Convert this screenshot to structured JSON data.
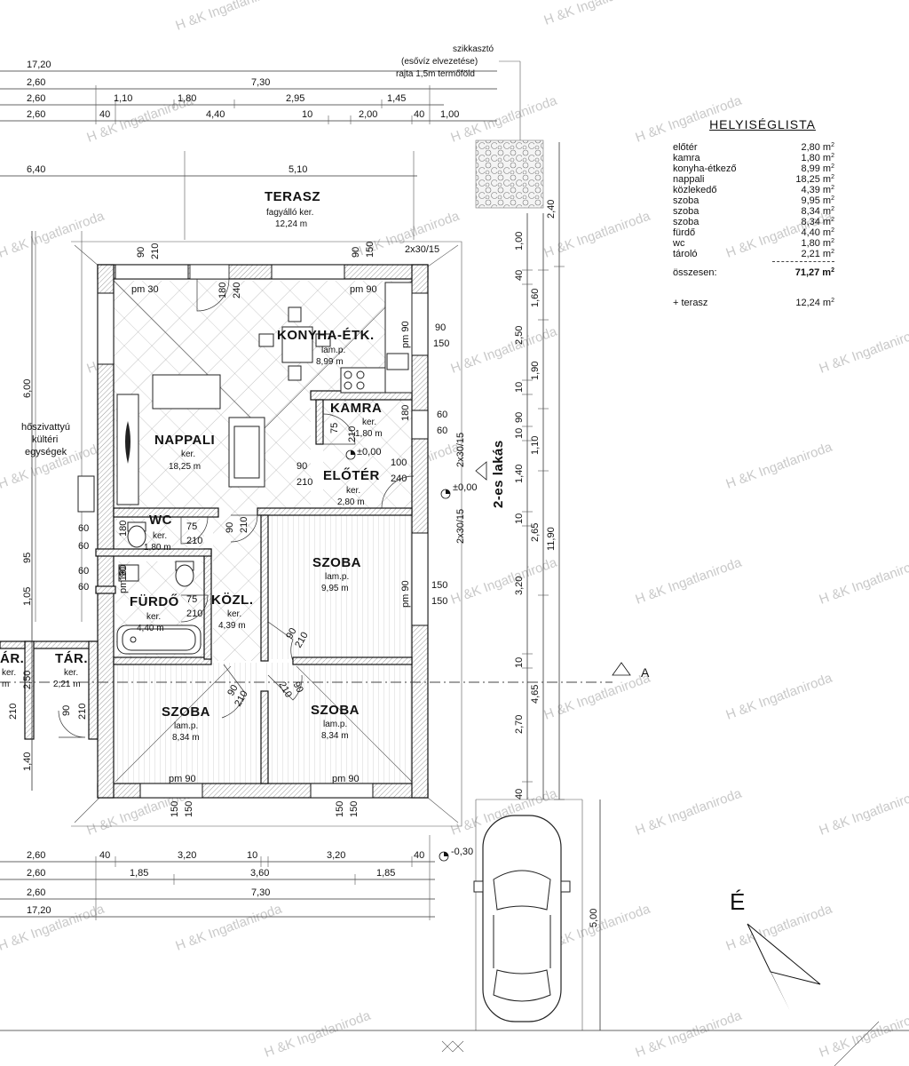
{
  "watermark": "H &K Ingatlaniroda",
  "legend": {
    "title": "HELYISÉGLISTA",
    "rows": [
      {
        "name": "előtér",
        "value": "2,80 m"
      },
      {
        "name": "kamra",
        "value": "1,80 m"
      },
      {
        "name": "konyha-étkező",
        "value": "8,99 m"
      },
      {
        "name": "nappali",
        "value": "18,25 m"
      },
      {
        "name": "közlekedő",
        "value": "4,39 m"
      },
      {
        "name": "szoba",
        "value": "9,95 m"
      },
      {
        "name": "szoba",
        "value": "8,34 m"
      },
      {
        "name": "szoba",
        "value": "8,34 m"
      },
      {
        "name": "fürdő",
        "value": "4,40 m"
      },
      {
        "name": "wc",
        "value": "1,80 m"
      },
      {
        "name": "tároló",
        "value": "2,21 m"
      }
    ],
    "total_label": "összesen:",
    "total_value": "71,27 m",
    "terrace_label": "+ terasz",
    "terrace_value": "12,24 m",
    "unit_sup": "2"
  },
  "rooms": {
    "terasz": {
      "name": "TERASZ",
      "floor": "fagyálló ker.",
      "area": "12,24 m"
    },
    "konyha": {
      "name": "KONYHA-ÉTK.",
      "floor": "lam.p.",
      "area": "8,99 m"
    },
    "kamra": {
      "name": "KAMRA",
      "floor": "ker.",
      "area": "1,80 m"
    },
    "nappali": {
      "name": "NAPPALI",
      "floor": "ker.",
      "area": "18,25 m"
    },
    "eloter": {
      "name": "ELŐTÉR",
      "floor": "ker.",
      "area": "2,80 m"
    },
    "wc": {
      "name": "WC",
      "floor": "ker.",
      "area": "1,80 m"
    },
    "furdo": {
      "name": "FÜRDŐ",
      "floor": "ker.",
      "area": "4,40 m"
    },
    "kozl": {
      "name": "KÖZL.",
      "floor": "ker.",
      "area": "4,39 m"
    },
    "szoba1": {
      "name": "SZOBA",
      "floor": "lam.p.",
      "area": "9,95 m"
    },
    "szoba2": {
      "name": "SZOBA",
      "floor": "lam.p.",
      "area": "8,34 m"
    },
    "szoba3": {
      "name": "SZOBA",
      "floor": "lam.p.",
      "area": "8,34 m"
    },
    "tar": {
      "name": "TÁR.",
      "floor": "ker.",
      "area": "2,21 m"
    },
    "tar_left": {
      "name": "ÁR.",
      "floor": "ker.",
      "area": "m"
    }
  },
  "notes": {
    "drain1": "szikkasztó",
    "drain2": "(esővíz elvezetése)",
    "drain3": "rajta 1,5m termőföld",
    "heatpump1": "hőszivattyú",
    "heatpump2": "kültéri",
    "heatpump3": "egységek",
    "apartment": "2-es lakás",
    "section": "A",
    "north": "É",
    "level0": "±0,00",
    "level_minus": "-0,30",
    "vent1": "2x30/15",
    "vent2": "2x30/15",
    "vent3": "2x30/15"
  },
  "dims_top": {
    "row1": [
      "17,20"
    ],
    "row2": [
      "2,60",
      "7,30"
    ],
    "row3": [
      "2,60",
      "1,10",
      "1,80",
      "2,95",
      "1,45"
    ],
    "row4": [
      "2,60",
      "40",
      "4,40",
      "10",
      "2,00",
      "40",
      "1,00"
    ],
    "row5": [
      "6,40",
      "5,10"
    ]
  },
  "dims_bottom": {
    "row1": [
      "2,60",
      "40",
      "3,20",
      "10",
      "3,20",
      "40"
    ],
    "row2": [
      "2,60",
      "1,85",
      "3,60",
      "1,85"
    ],
    "row3": [
      "2,60",
      "7,30"
    ],
    "row4": [
      "17,20"
    ]
  },
  "dims_right": {
    "chain1": [
      "1,00",
      "40",
      "2,50",
      "10",
      "90",
      "10",
      "1,40",
      "10",
      "3,20",
      "10",
      "2,70",
      "40"
    ],
    "chain2": [
      "1,60",
      "1,90",
      "1,10",
      "2,65",
      "4,65"
    ],
    "chain3": [
      "2,40",
      "11,90"
    ],
    "car": "5,00"
  },
  "dims_left": [
    "6,00",
    "95",
    "1,05",
    "2,50",
    "1,40"
  ],
  "openings": {
    "pm30": "pm 30",
    "pm90": "pm 90",
    "o90": "90",
    "o210": "210",
    "o180": "180",
    "o240": "240",
    "o150": "150",
    "o60": "60",
    "o75": "75",
    "o100": "100"
  }
}
